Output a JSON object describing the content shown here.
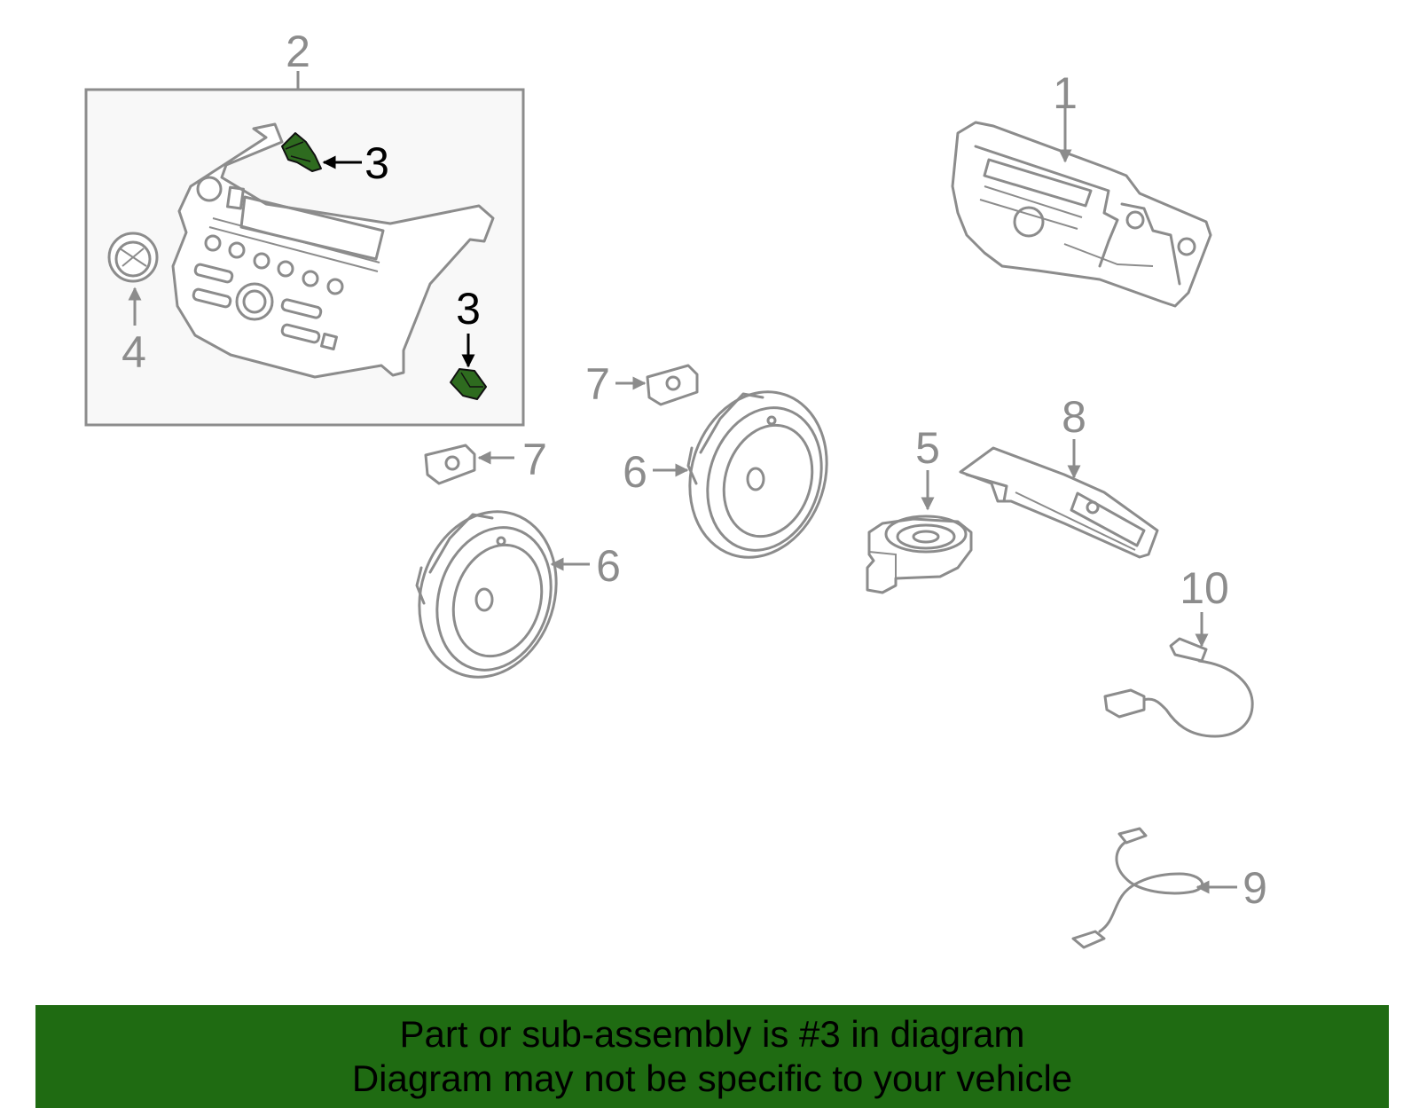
{
  "banner": {
    "line1": "Part or sub-assembly is #3 in diagram",
    "line2": "Diagram may not be specific to your vehicle",
    "background_color": "#1f6b12"
  },
  "highlight_color": "#2e6b1f",
  "callouts": {
    "c1": "1",
    "c2": "2",
    "c3a": "3",
    "c3b": "3",
    "c4": "4",
    "c5": "5",
    "c6a": "6",
    "c6b": "6",
    "c7a": "7",
    "c7b": "7",
    "c8": "8",
    "c9": "9",
    "c10": "10"
  },
  "highlighted_part": "3"
}
